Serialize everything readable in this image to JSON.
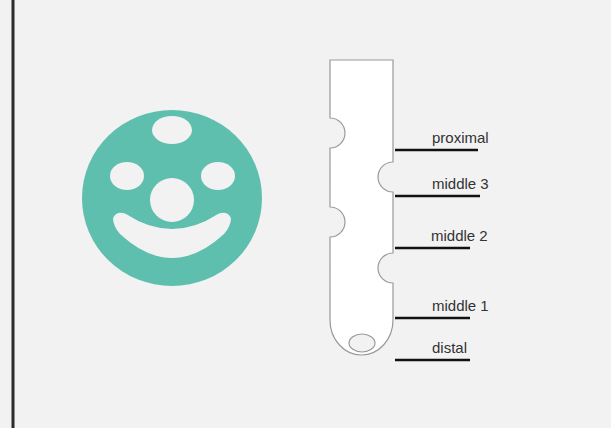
{
  "diagram": {
    "labels": [
      "proximal",
      "middle 3",
      "middle 2",
      "middle 1",
      "distal"
    ]
  }
}
